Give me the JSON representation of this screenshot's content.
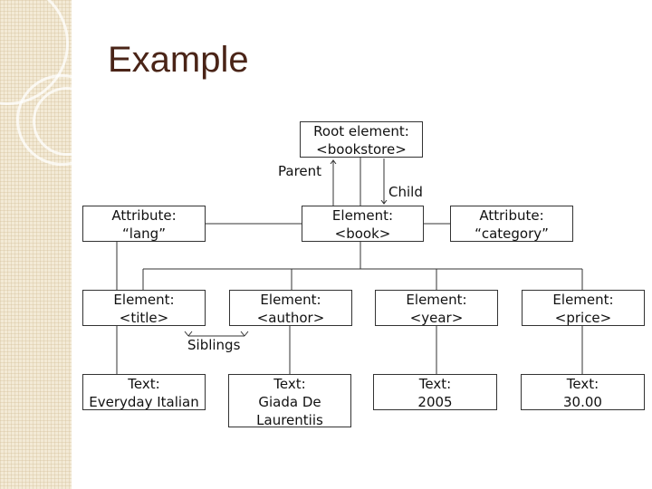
{
  "slide": {
    "title": "Example"
  },
  "diagram": {
    "root": {
      "line1": "Root element:",
      "line2": "<bookstore>"
    },
    "book": {
      "line1": "Element:",
      "line2": "<book>"
    },
    "attr_lang": {
      "line1": "Attribute:",
      "line2": "“lang”"
    },
    "attr_category": {
      "line1": "Attribute:",
      "line2": "“category”"
    },
    "el_title": {
      "line1": "Element:",
      "line2": "<title>"
    },
    "el_author": {
      "line1": "Element:",
      "line2": "<author>"
    },
    "el_year": {
      "line1": "Element:",
      "line2": "<year>"
    },
    "el_price": {
      "line1": "Element:",
      "line2": "<price>"
    },
    "text_title": {
      "line1": "Text:",
      "line2": "Everyday Italian"
    },
    "text_author": {
      "line1": "Text:",
      "line2": "Giada De",
      "line3": "Laurentiis"
    },
    "text_year": {
      "line1": "Text:",
      "line2": "2005"
    },
    "text_price": {
      "line1": "Text:",
      "line2": "30.00"
    },
    "labels": {
      "parent": "Parent",
      "child": "Child",
      "siblings": "Siblings"
    }
  }
}
